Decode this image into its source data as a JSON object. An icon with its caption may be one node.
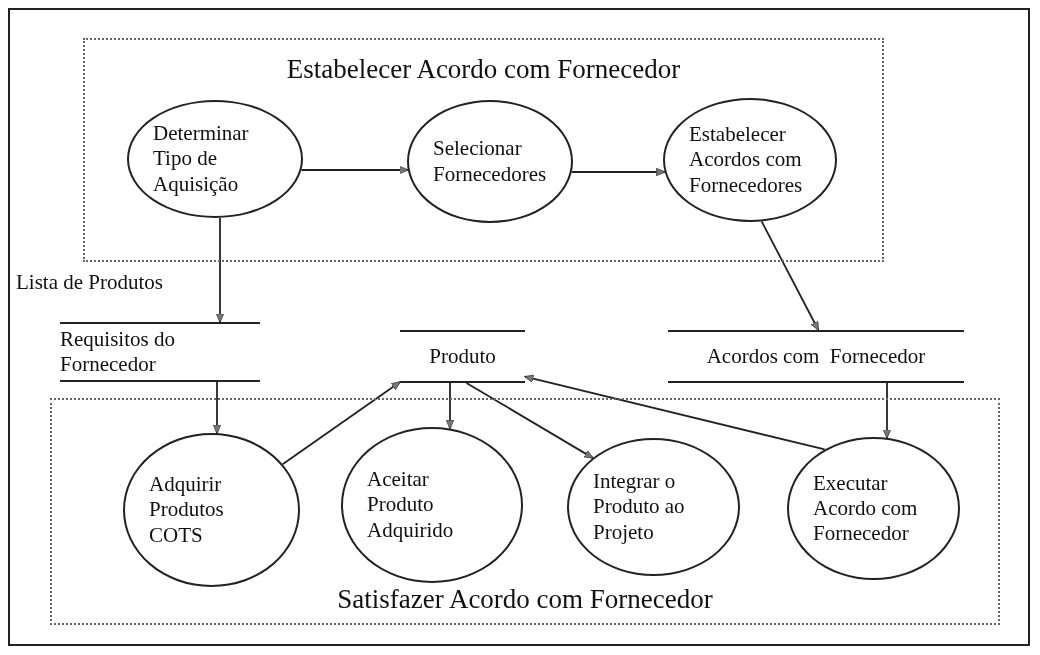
{
  "diagram": {
    "nodes": [
      {
        "text": [
          "Estabelecer Acordo com Fornecedor"
        ]
      },
      {
        "text": [
          "Determinar Tipo de Aquisição"
        ],
        "in": 0
      },
      {
        "text": [
          "Selecionar Fornecedores"
        ],
        "in": 0
      },
      {
        "text": [
          "Estabelecer Acordos com Fornecedores"
        ],
        "in": 0
      },
      {
        "text": [
          "Requisitos do Fornecedor"
        ]
      },
      {
        "text": [
          "Produto"
        ]
      },
      {
        "text": [
          "Acordos com  Fornecedor"
        ]
      },
      {
        "text": [
          "Satisfazer Acordo com Fornecedor"
        ]
      },
      {
        "text": [
          "Adquirir Produtos COTS"
        ],
        "in": 7
      },
      {
        "text": [
          "Aceitar Produto Adquirido"
        ],
        "in": 7
      },
      {
        "text": [
          "Integrar o Produto ao Projeto"
        ],
        "in": 7
      },
      {
        "text": [
          "Executar Acordo com Fornecedor"
        ],
        "in": 7
      }
    ],
    "edges": [
      {
        "from": 1,
        "to": 2,
        "arrow": "to"
      },
      {
        "from": 2,
        "to": 3,
        "arrow": "to"
      },
      {
        "from": 1,
        "to": 4,
        "arrow": "to",
        "label": "Lista de Produtos"
      },
      {
        "from": 3,
        "to": 6,
        "arrow": "to"
      },
      {
        "from": 4,
        "to": 8,
        "arrow": "to"
      },
      {
        "from": 8,
        "to": 5,
        "arrow": "to"
      },
      {
        "from": 5,
        "to": 9,
        "arrow": "to"
      },
      {
        "from": 5,
        "to": 10,
        "arrow": "to"
      },
      {
        "from": 11,
        "to": 5,
        "arrow": "to"
      },
      {
        "from": 6,
        "to": 11,
        "arrow": "to"
      }
    ]
  }
}
